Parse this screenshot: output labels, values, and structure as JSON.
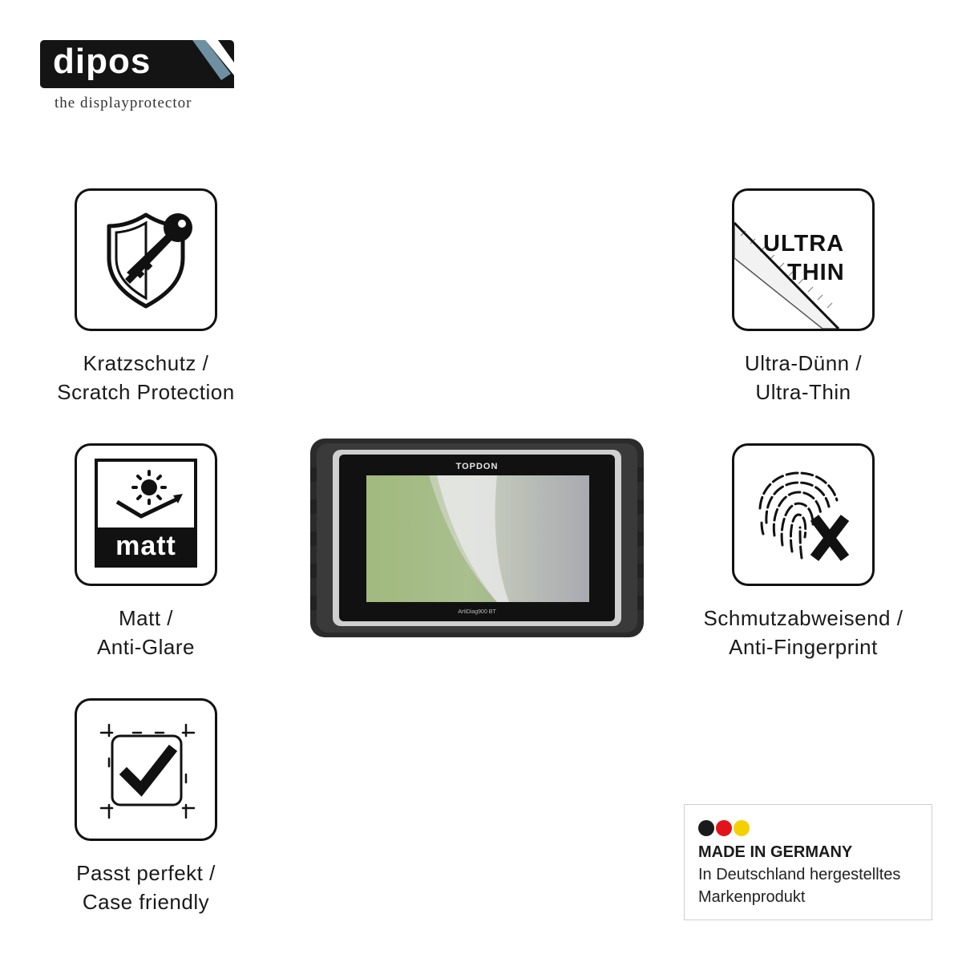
{
  "logo": {
    "word": "dipos",
    "tagline": "the displayprotector"
  },
  "features": {
    "scratch": {
      "icon": "shield-key-icon",
      "line1": "Kratzschutz /",
      "line2": "Scratch Protection"
    },
    "matt": {
      "icon": "matt-sun-icon",
      "icon_text": "matt",
      "line1": "Matt /",
      "line2": "Anti-Glare"
    },
    "case": {
      "icon": "check-frame-icon",
      "line1": "Passt perfekt /",
      "line2": "Case friendly"
    },
    "thin": {
      "icon": "ultra-thin-icon",
      "icon_text_1": "ULTRA",
      "icon_text_2": "THIN",
      "line1": "Ultra-Dünn /",
      "line2": "Ultra-Thin"
    },
    "finger": {
      "icon": "fingerprint-x-icon",
      "line1": "Schmutzabweisend /",
      "line2": "Anti-Fingerprint"
    }
  },
  "device": {
    "brand": "TOPDON",
    "model": "ArtiDiag900 BT"
  },
  "badge": {
    "flag_colors": [
      "#1a1a1a",
      "#e3131b",
      "#f5d000"
    ],
    "title": "MADE IN GERMANY",
    "line1": "In Deutschland hergestelltes",
    "line2": "Markenprodukt"
  }
}
